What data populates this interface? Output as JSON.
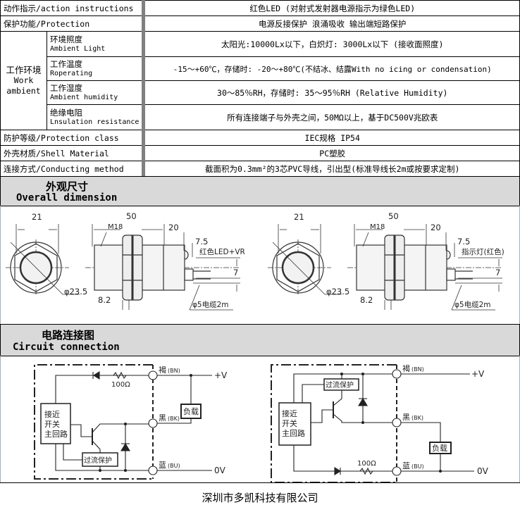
{
  "spec_table": {
    "action": {
      "label": "动作指示/action instructions",
      "value": "红色LED (对射式发射器电源指示为绿色LED)"
    },
    "protection": {
      "label": "保护功能/Protection",
      "value": "电源反接保护 浪涌吸收 输出端短路保护"
    },
    "work_ambient": {
      "group_cn": "工作环境",
      "group_en_1": "Work",
      "group_en_2": "ambient",
      "light": {
        "cn": "环境照度",
        "en": "Ambient Light",
        "value": "太阳光:10000Lx以下，白炽灯: 3000Lx以下 (接收面照度)"
      },
      "temperature": {
        "cn": "工作温度",
        "en": "Roperating",
        "value": "-15～+60℃，存储时: -20～+80℃(不结冰、结露With no icing or condensation)"
      },
      "humidity": {
        "cn": "工作湿度",
        "en": "Ambient humidity",
        "value": "30～85％RH，存储时: 35～95％RH (Relative Humidity)"
      },
      "insulation": {
        "cn": "绝缘电阻",
        "en": "Lnsulation resistance",
        "value": "所有连接端子与外壳之间，50MΩ以上，基于DC500V兆欧表"
      }
    },
    "protection_class": {
      "label": "防护等级/Protection class",
      "value": "IEC规格 IP54"
    },
    "shell": {
      "label": "外壳材质/Shell Material",
      "value": "PC塑胶"
    },
    "conducting": {
      "label": "连接方式/Conducting method",
      "value": "截面积为0.3mm²的3芯PVC导线，引出型(标准导线长2m或按要求定制)"
    }
  },
  "dimension_section": {
    "title_cn": "外观尺寸",
    "title_en": "Overall dimension",
    "drawings": [
      {
        "d21": "21",
        "d50": "50",
        "d20": "20",
        "d75": "7.5",
        "d7": "7",
        "d82": "8.2",
        "thread": "M18",
        "diameter": "φ23.5",
        "led": "红色LED+VR",
        "cable": "φ5电缆2m"
      },
      {
        "d21": "21",
        "d50": "50",
        "d20": "20",
        "d75": "7.5",
        "d7": "7",
        "d82": "8.2",
        "thread": "M18",
        "diameter": "φ23.5",
        "led": "指示灯(红色)",
        "cable": "φ5电缆2m"
      }
    ]
  },
  "circuit_section": {
    "title_cn": "电路连接图",
    "title_en": "Circuit connection",
    "labels": {
      "brown": "褐",
      "brown_code": "(BN)",
      "black": "黑",
      "black_code": "(BK)",
      "blue": "蓝",
      "blue_code": "(BU)",
      "plus_v": "+V",
      "zero_v": "0V",
      "load": "负载",
      "overcurrent": "过流保护",
      "resistor": "100Ω",
      "main_1": "接近",
      "main_2": "开关",
      "main_3": "主回路"
    }
  },
  "footer": {
    "company": "深圳市多凯科技有限公司"
  }
}
